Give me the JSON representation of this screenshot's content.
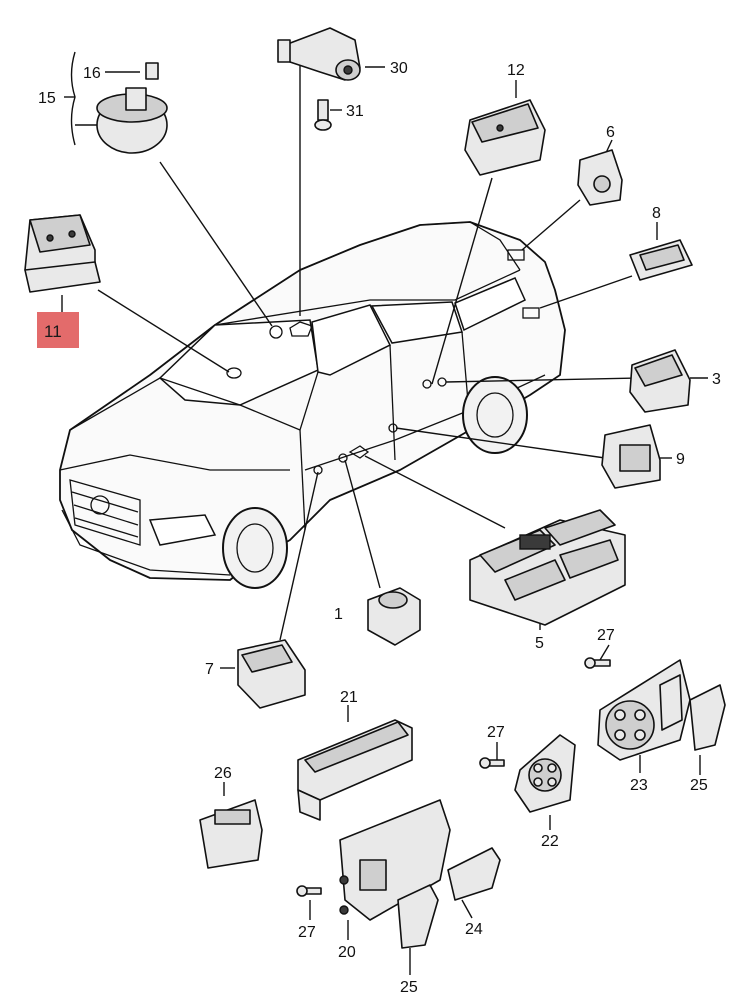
{
  "diagram": {
    "callouts": [
      {
        "id": "c1",
        "label": "1"
      },
      {
        "id": "c3",
        "label": "3"
      },
      {
        "id": "c5",
        "label": "5"
      },
      {
        "id": "c6",
        "label": "6"
      },
      {
        "id": "c7",
        "label": "7"
      },
      {
        "id": "c8",
        "label": "8"
      },
      {
        "id": "c9",
        "label": "9"
      },
      {
        "id": "c11",
        "label": "11",
        "highlighted": true
      },
      {
        "id": "c12",
        "label": "12"
      },
      {
        "id": "c15",
        "label": "15"
      },
      {
        "id": "c16",
        "label": "16"
      },
      {
        "id": "c20",
        "label": "20"
      },
      {
        "id": "c21",
        "label": "21"
      },
      {
        "id": "c22",
        "label": "22"
      },
      {
        "id": "c23",
        "label": "23"
      },
      {
        "id": "c24",
        "label": "24"
      },
      {
        "id": "c25a",
        "label": "25"
      },
      {
        "id": "c25b",
        "label": "25"
      },
      {
        "id": "c26",
        "label": "26"
      },
      {
        "id": "c27a",
        "label": "27"
      },
      {
        "id": "c27b",
        "label": "27"
      },
      {
        "id": "c27c",
        "label": "27"
      },
      {
        "id": "c30",
        "label": "30"
      },
      {
        "id": "c31",
        "label": "31"
      }
    ],
    "highlight_color": "#e36b6b",
    "line_color": "#111111"
  }
}
